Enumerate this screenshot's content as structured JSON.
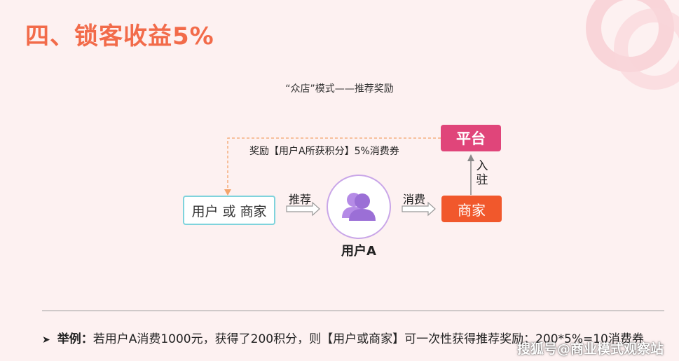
{
  "title": "四、锁客收益5%",
  "subtitle": "“众店”模式——推荐奖励",
  "diagram": {
    "node_user": "用户 或 商家",
    "node_user_a": "用户A",
    "node_merchant": "商家",
    "node_platform": "平台",
    "edge_recommend": "推荐",
    "edge_consume": "消费",
    "edge_settle": "入驻",
    "edge_reward": "奖励【用户A所获积分】5%消费券"
  },
  "example": {
    "head": "举例：",
    "text": "若用户A消费1000元，获得了200积分，则【用户或商家】可一次性获得推荐奖励：200*5%=10消费券"
  },
  "watermark": "搜狐号@商业模式观察站",
  "colors": {
    "title": "#f26b4a",
    "platform": "#e0457a",
    "merchant": "#f1582c",
    "user_border": "#7fd3dc",
    "avatar": "#9b6fd6",
    "reward_line": "#f4a46b"
  },
  "icons": {
    "avatar": "user-group-icon",
    "bullet": "triangle-right-icon"
  }
}
